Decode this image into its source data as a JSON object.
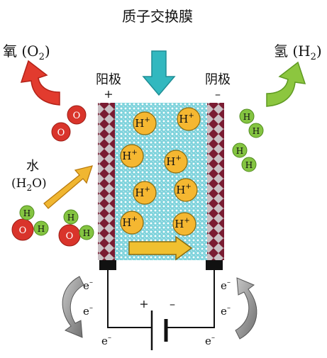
{
  "diagram": {
    "membrane_label": "质子交换膜",
    "anode": {
      "label": "阳极",
      "sign": "+"
    },
    "cathode": {
      "label": "阴极",
      "sign": "–"
    },
    "oxygen_label": {
      "text": "氧 (O",
      "sub": "2",
      "end": ")"
    },
    "hydrogen_label": {
      "text": "氢 (H",
      "sub": "2",
      "end": ")"
    },
    "water_label": {
      "line1": "水",
      "line2_pre": "(H",
      "line2_sub": "2",
      "line2_post": "O)"
    },
    "proton": {
      "symbol": "H",
      "charge": "+"
    },
    "oxygen_atom": "O",
    "hydrogen_atom": "H",
    "electron": {
      "symbol": "e",
      "charge": "–"
    },
    "battery": {
      "plus": "+",
      "minus": "–"
    }
  },
  "colors": {
    "membrane_fill": "#7fd3dc",
    "electrode": "#7a1c32",
    "oxygen_arrow": "#e23b2e",
    "hydrogen_arrow": "#8cc63f",
    "membrane_arrow": "#32b8bf",
    "proton_fill": "#f5b731",
    "oxygen_atom": "#d9342b",
    "hydrogen_atom": "#84c441",
    "water_arrow": "#f0b631"
  }
}
